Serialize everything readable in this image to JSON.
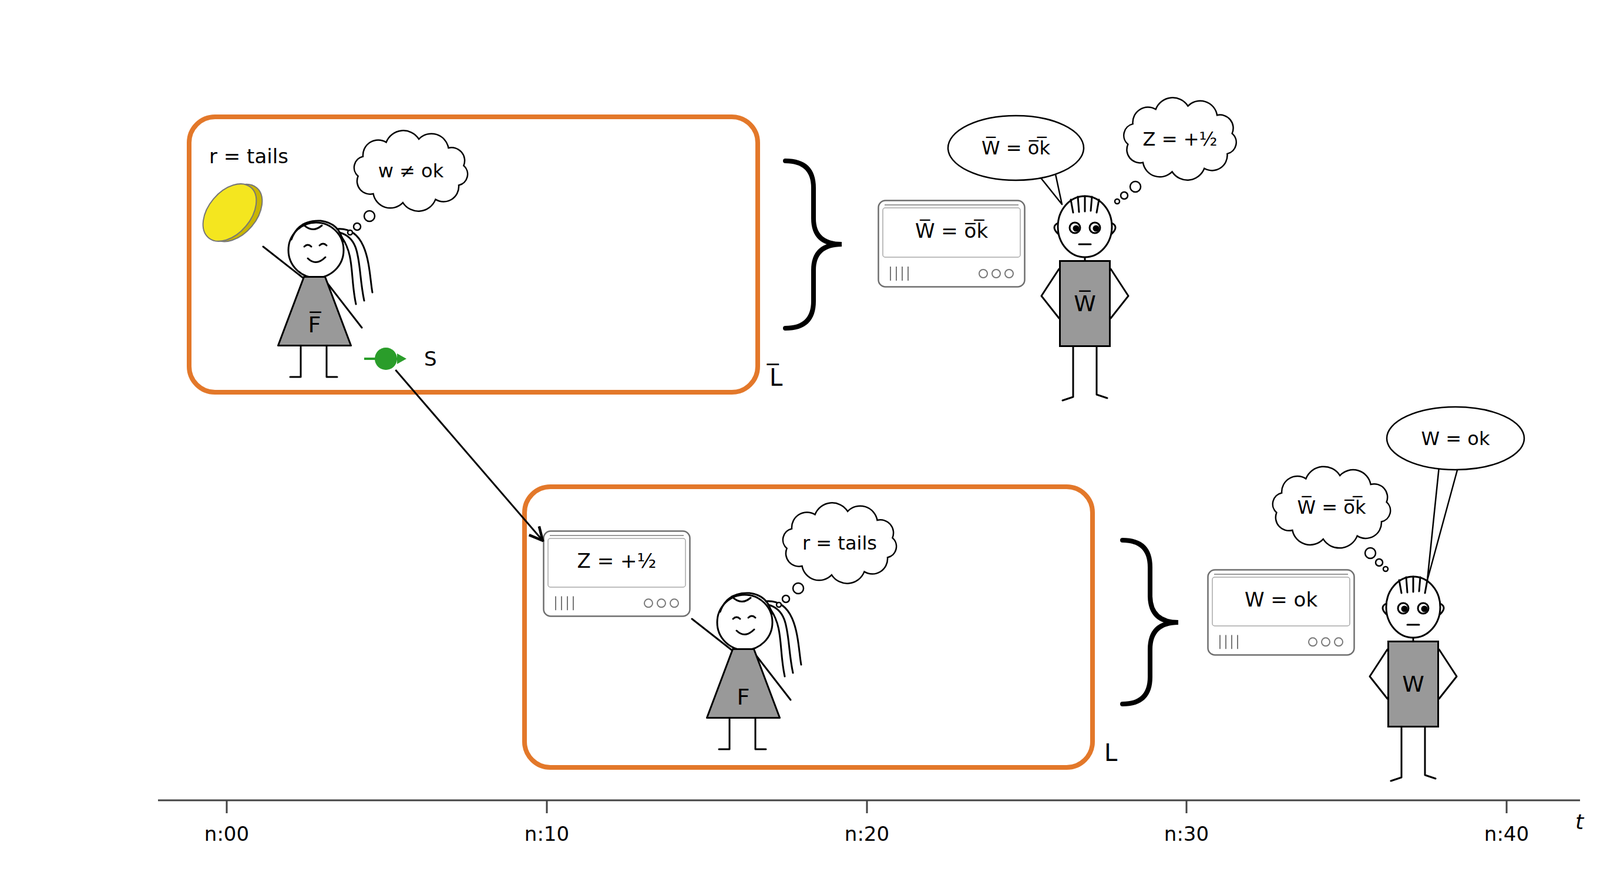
{
  "diagram": {
    "nodes": [
      {
        "text": [
          "L̅"
        ]
      },
      {
        "text": [
          "w ≠ ok"
        ],
        "in": 0
      },
      {
        "text": [
          "F̅"
        ],
        "in": 0
      },
      {
        "text": [
          "S"
        ],
        "in": 0
      },
      {
        "text": [
          "L"
        ]
      },
      {
        "text": [
          "Z = +½"
        ],
        "in": 4
      },
      {
        "text": [
          "r = tails"
        ],
        "in": 4
      },
      {
        "text": [
          "F"
        ],
        "in": 4
      },
      {
        "text": [
          "W̅ = o̅k̅"
        ]
      },
      {
        "text": [
          "W̅ = o̅k̅"
        ]
      },
      {
        "text": [
          "Z = +½"
        ]
      },
      {
        "text": [
          "W̅"
        ]
      },
      {
        "text": [
          "W = ok"
        ]
      },
      {
        "text": [
          "W̅ = o̅k̅"
        ]
      },
      {
        "text": [
          "W = ok"
        ]
      },
      {
        "text": [
          "W"
        ]
      }
    ],
    "edges": [
      {
        "from": 3,
        "to": 5,
        "arrow": "to"
      }
    ],
    "labels": [
      "r = tails",
      "n:00",
      "n:10",
      "n:20",
      "n:30",
      "n:40",
      "t"
    ]
  }
}
